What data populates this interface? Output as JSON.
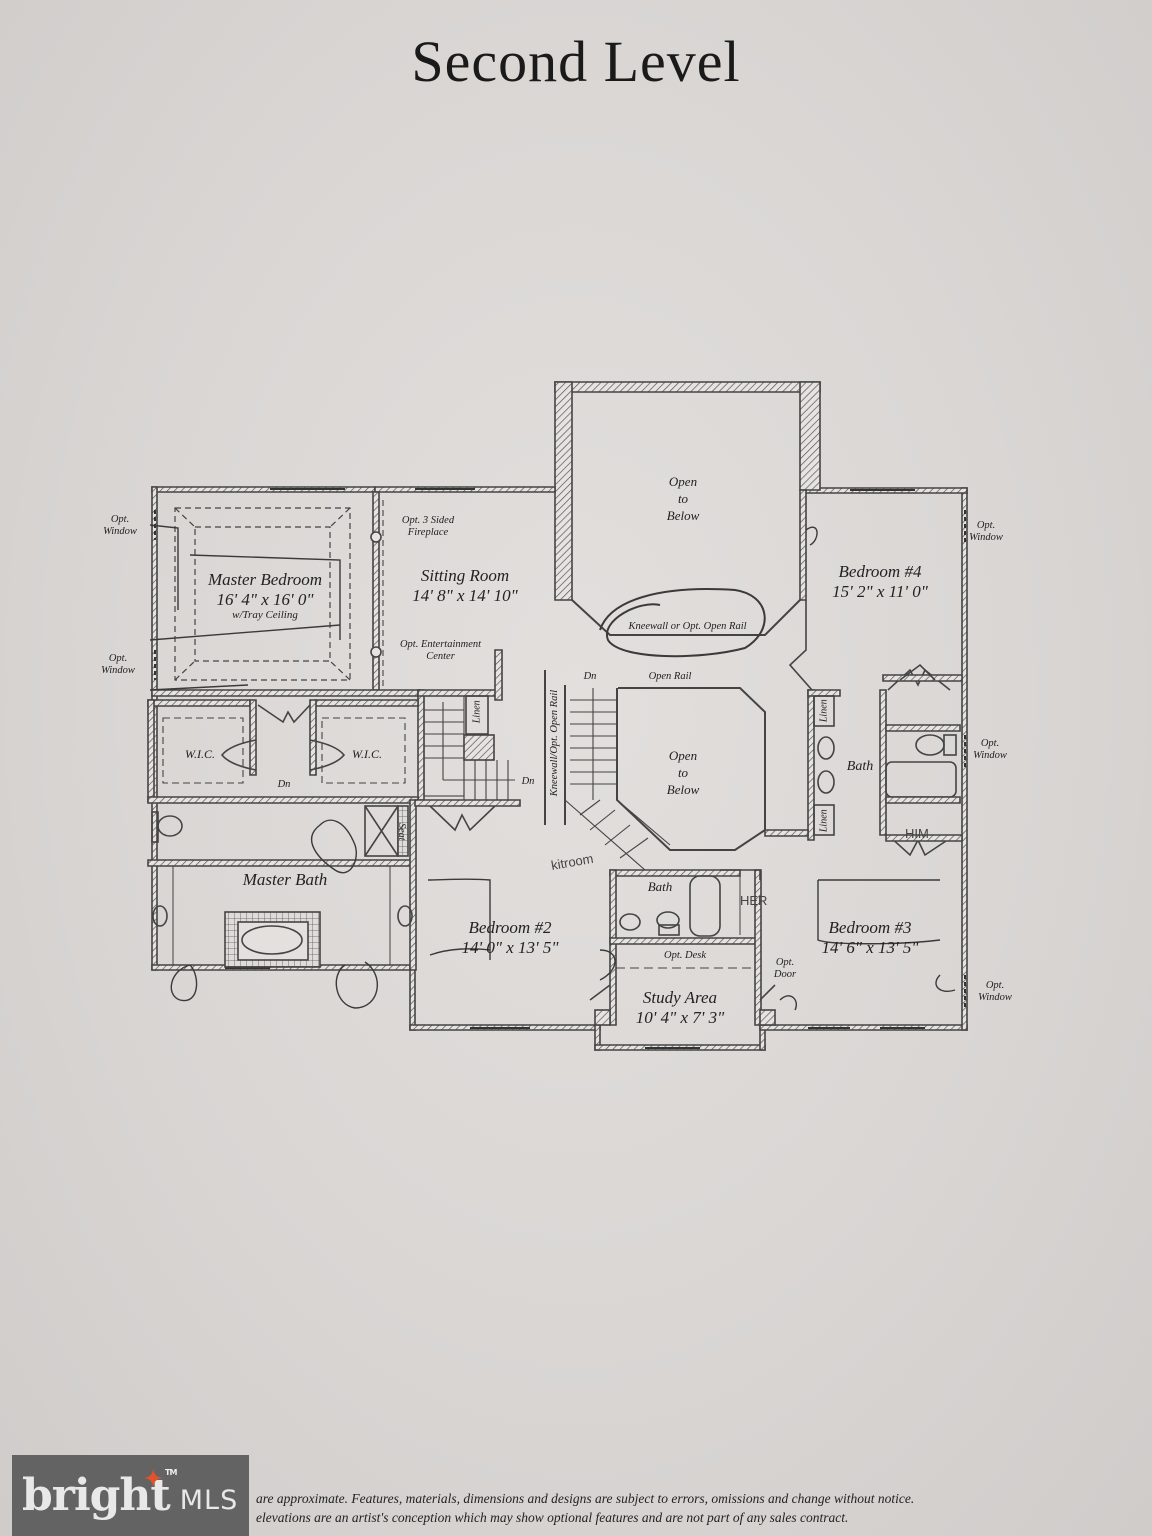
{
  "page": {
    "title": "Second Level"
  },
  "rooms": {
    "master_bedroom": {
      "name": "Master Bedroom",
      "dimensions": "16' 4\" x 16' 0\"",
      "note": "w/Tray Ceiling"
    },
    "sitting_room": {
      "name": "Sitting Room",
      "dimensions": "14' 8\" x 14' 10\""
    },
    "open_to_below_top": {
      "line1": "Open",
      "line2": "to",
      "line3": "Below"
    },
    "open_to_below_center": {
      "line1": "Open",
      "line2": "to",
      "line3": "Below"
    },
    "bedroom_4": {
      "name": "Bedroom #4",
      "dimensions": "15' 2\" x 11' 0\""
    },
    "wic_left": {
      "name": "W.I.C."
    },
    "wic_right": {
      "name": "W.I.C."
    },
    "master_bath": {
      "name": "Master Bath"
    },
    "bath_right": {
      "name": "Bath"
    },
    "bath_center": {
      "name": "Bath"
    },
    "bedroom_2": {
      "name": "Bedroom #2",
      "dimensions": "14' 0\" x 13' 5\""
    },
    "bedroom_3": {
      "name": "Bedroom #3",
      "dimensions": "14' 6\" x 13' 5\""
    },
    "study_area": {
      "name": "Study Area",
      "dimensions": "10' 4\" x 7' 3\""
    }
  },
  "annotations": {
    "opt_window_mb_top": {
      "line1": "Opt.",
      "line2": "Window"
    },
    "opt_window_mb_bottom": {
      "line1": "Opt.",
      "line2": "Window"
    },
    "opt_window_br4": {
      "line1": "Opt.",
      "line2": "Window"
    },
    "opt_window_bath": {
      "line1": "Opt.",
      "line2": "Window"
    },
    "opt_window_br3": {
      "line1": "Opt.",
      "line2": "Window"
    },
    "fireplace": {
      "line1": "Opt. 3 Sided",
      "line2": "Fireplace"
    },
    "entertainment": {
      "line1": "Opt. Entertainment",
      "line2": "Center"
    },
    "kneewall_rail": "Kneewall or Opt. Open Rail",
    "kneewall_vertical": "Kneewall/Opt. Open Rail",
    "open_rail": "Open Rail",
    "dn_stair_main": "Dn",
    "dn_stair_back": "Dn",
    "dn_hall": "Dn",
    "linen_left": "Linen",
    "linen_right_top": "Linen",
    "linen_right_bottom": "Linen",
    "seat": "Seat",
    "opt_desk": "Opt. Desk",
    "opt_door": {
      "line1": "Opt.",
      "line2": "Door"
    }
  },
  "handwritten": {
    "hallway_note": "kitroom",
    "bath_note": "HER",
    "closet_note": "HIM"
  },
  "footer": {
    "line1": "are approximate. Features, materials, dimensions and designs are subject to errors, omissions and change without notice.",
    "line2": "elevations are an artist's conception which may show optional features and are not part of any sales contract."
  },
  "watermark": {
    "brand": "bright",
    "suffix": "MLS",
    "trademark": "TM",
    "accent_color": "#e0532b"
  }
}
